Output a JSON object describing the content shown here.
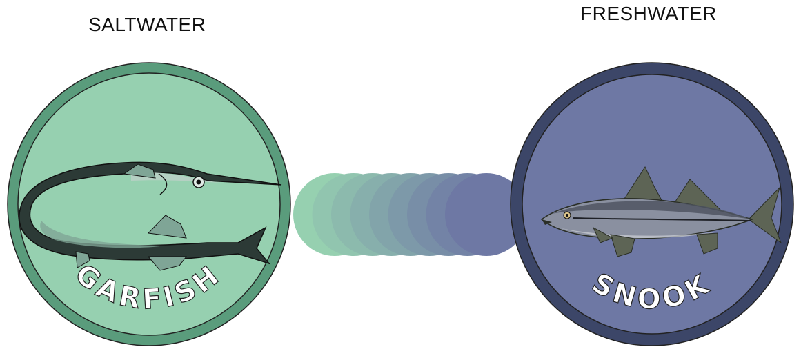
{
  "left": {
    "heading": "SALTWATER",
    "fish_name": "GARFISH",
    "fill_color": "#96d0b0",
    "ring_color": "#5a9c7c"
  },
  "right": {
    "heading": "FRESHWATER",
    "fish_name": "SNOOK",
    "fill_color": "#6e78a4",
    "ring_color": "#3c4668"
  },
  "connector": {
    "gradient_from": "#96d0b0",
    "gradient_to": "#6e78a4"
  },
  "icons": {
    "left_fish": "garfish-illustration-icon",
    "right_fish": "snook-photo-icon"
  }
}
